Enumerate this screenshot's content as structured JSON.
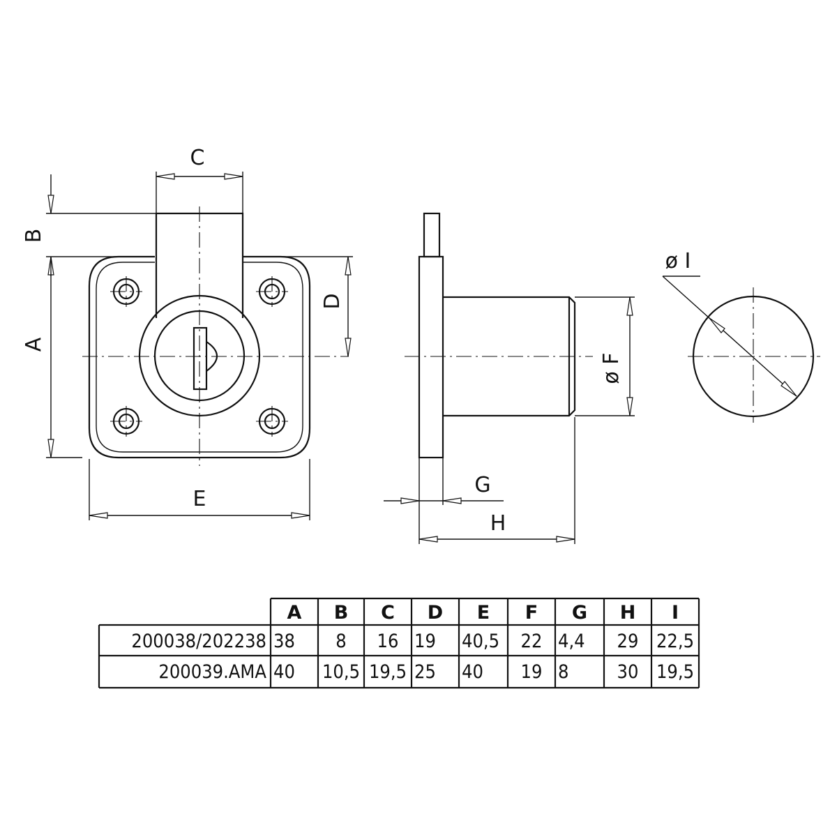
{
  "dimension_labels": {
    "a": "A",
    "b": "B",
    "c": "C",
    "d": "D",
    "e": "E",
    "f": "ø F",
    "g": "G",
    "h": "H",
    "i": "ø I"
  },
  "table": {
    "columns": [
      "A",
      "B",
      "C",
      "D",
      "E",
      "F",
      "G",
      "H",
      "I"
    ],
    "rows": [
      {
        "code": "200038/202238",
        "values": [
          "38",
          "8",
          "16",
          "19",
          "40,5",
          "22",
          "4,4",
          "29",
          "22,5"
        ]
      },
      {
        "code": "200039.AMA",
        "values": [
          "40",
          "10,5",
          "19,5",
          "25",
          "40",
          "19",
          "8",
          "30",
          "19,5"
        ]
      }
    ]
  }
}
